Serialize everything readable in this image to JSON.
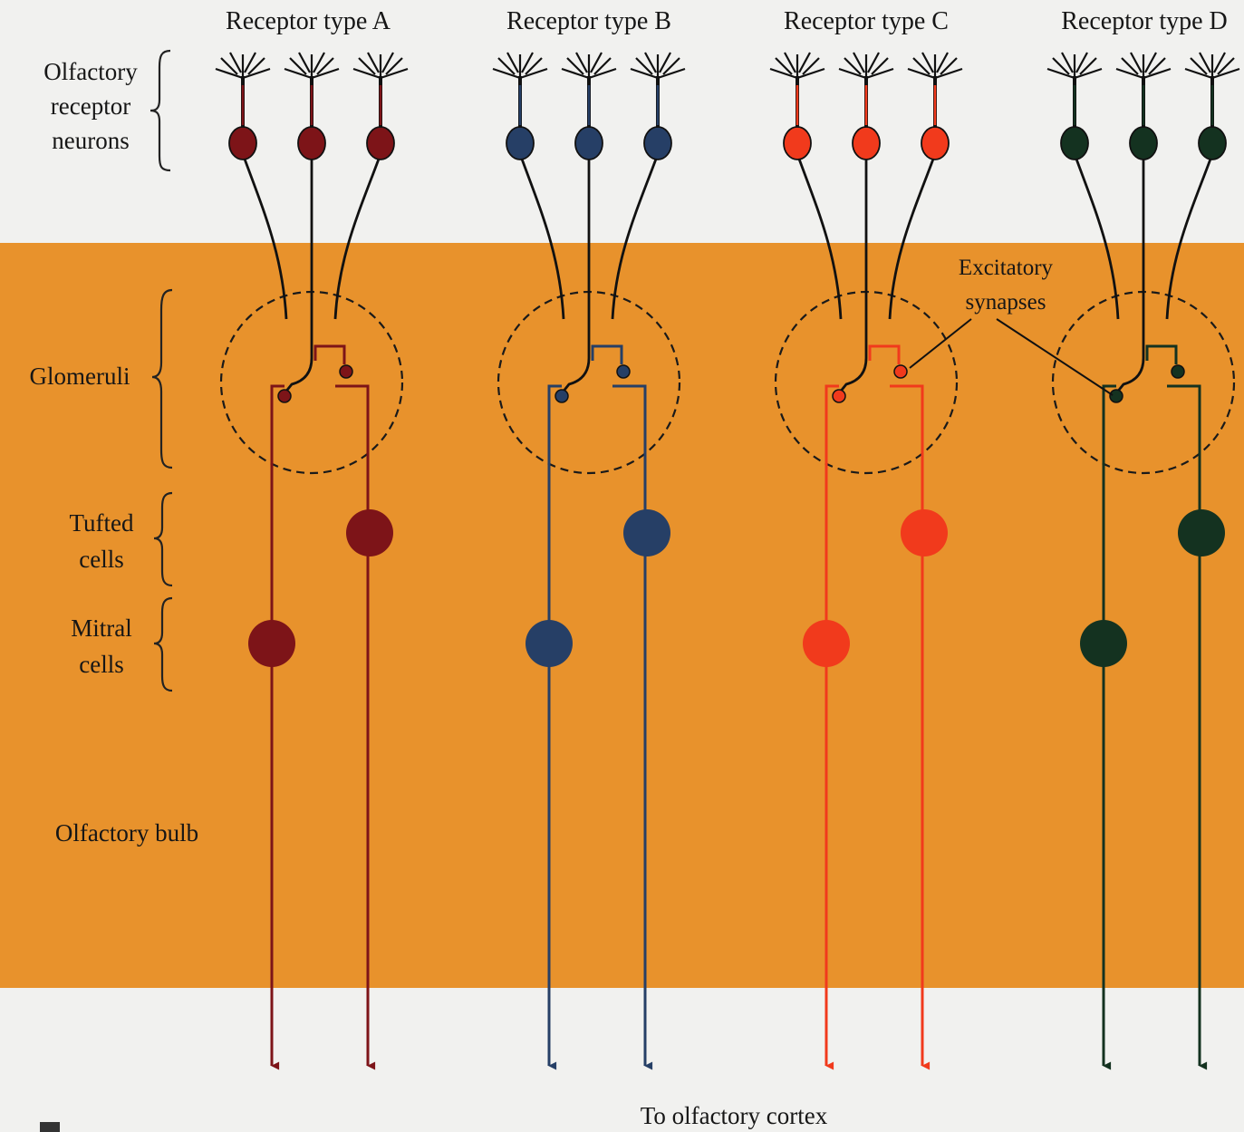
{
  "colors": {
    "background": "#f1f1ef",
    "bulb": "#e8922c",
    "receptor_A": "#7d1418",
    "receptor_B": "#263f66",
    "receptor_C": "#f13a1c",
    "receptor_D": "#143220"
  },
  "receptor_types": [
    {
      "label": "Receptor type A",
      "color": "#7d1418"
    },
    {
      "label": "Receptor type B",
      "color": "#263f66"
    },
    {
      "label": "Receptor type C",
      "color": "#f13a1c"
    },
    {
      "label": "Receptor type D",
      "color": "#143220"
    }
  ],
  "side_labels": {
    "orn_line1": "Olfactory",
    "orn_line2": "receptor",
    "orn_line3": "neurons",
    "glomeruli": "Glomeruli",
    "tufted_line1": "Tufted",
    "tufted_line2": "cells",
    "mitral_line1": "Mitral",
    "mitral_line2": "cells",
    "bulb": "Olfactory bulb"
  },
  "annotation": {
    "line1": "Excitatory",
    "line2": "synapses"
  },
  "footer": "To olfactory cortex"
}
